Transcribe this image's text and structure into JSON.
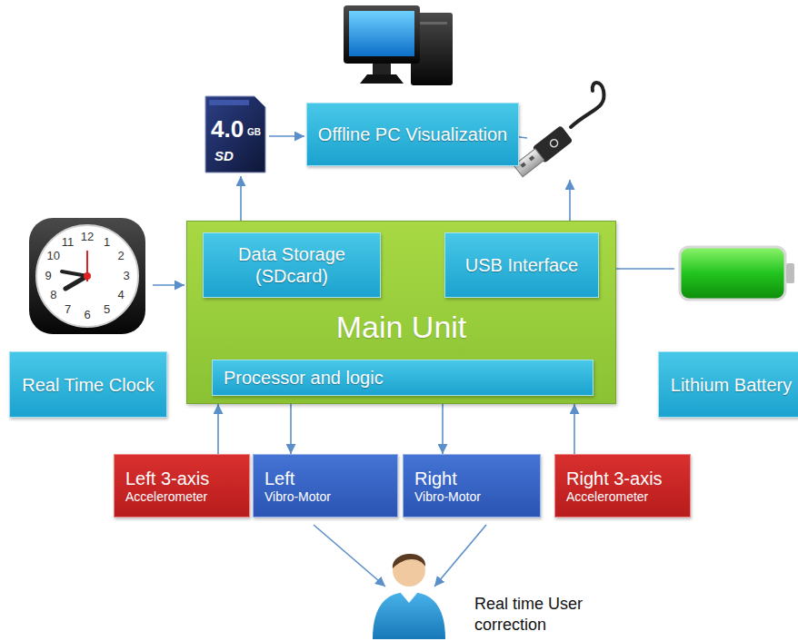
{
  "diagram": {
    "nodes": [
      {
        "text": [
          "Offline PC Visualization"
        ]
      },
      {
        "text": [
          "Main Unit"
        ]
      },
      {
        "text": [
          "Data Storage (SDcard)"
        ],
        "in": 1
      },
      {
        "text": [
          "USB Interface"
        ],
        "in": 1
      },
      {
        "text": [
          "Processor and logic"
        ],
        "in": 1
      },
      {
        "text": [
          "Real Time Clock"
        ]
      },
      {
        "text": [
          "Lithium Battery"
        ]
      },
      {
        "text": [
          "Left 3-axis",
          "Accelerometer"
        ]
      },
      {
        "text": [
          "Left",
          "Vibro-Motor"
        ]
      },
      {
        "text": [
          "Right",
          "Vibro-Motor"
        ]
      },
      {
        "text": [
          "Right 3-axis",
          "Accelerometer"
        ]
      }
    ],
    "edges": [
      {
        "from": 7,
        "to": 1,
        "arrow": "to"
      },
      {
        "from": 1,
        "to": 8,
        "arrow": "to"
      },
      {
        "from": 1,
        "to": 9,
        "arrow": "to"
      },
      {
        "from": 10,
        "to": 1,
        "arrow": "to"
      }
    ],
    "labels": [
      "4.0",
      "GB",
      "SD",
      "12",
      "1",
      "2",
      "3",
      "4",
      "5",
      "6",
      "7",
      "8",
      "9",
      "10",
      "11",
      "Real time User correction"
    ]
  }
}
